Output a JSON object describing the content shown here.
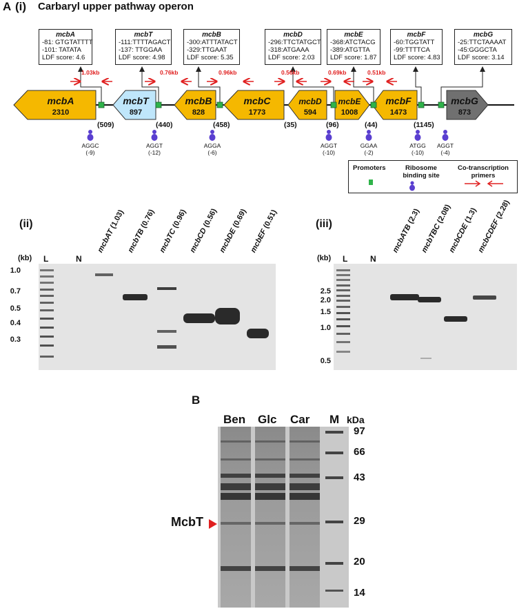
{
  "panel_a": {
    "letter": "A",
    "sub_i": "(i)",
    "title": "Carbaryl upper pathway operon",
    "genes": [
      {
        "name": "mcbA",
        "length": "2310",
        "color": "#f5b800"
      },
      {
        "name": "mcbT",
        "length": "897",
        "color": "#bfe6fb"
      },
      {
        "name": "mcbB",
        "length": "828",
        "color": "#f5b800"
      },
      {
        "name": "mcbC",
        "length": "1773",
        "color": "#f5b800"
      },
      {
        "name": "mcbD",
        "length": "594",
        "color": "#f5b800"
      },
      {
        "name": "mcbE",
        "length": "1008",
        "color": "#f5b800"
      },
      {
        "name": "mcbF",
        "length": "1473",
        "color": "#f5b800"
      },
      {
        "name": "mcbG",
        "length": "873",
        "color": "#707070"
      }
    ],
    "promoter_boxes": [
      {
        "gene": "mcbA",
        "lines": [
          "-81: GTGTATTTT",
          "-101: TATATA",
          "LDF score: 4.6"
        ]
      },
      {
        "gene": "mcbT",
        "lines": [
          "-111:TTTTAGACT",
          "-137: TTGGAA",
          "LDF score: 4.98"
        ]
      },
      {
        "gene": "mcbB",
        "lines": [
          "-300:ATTTATACT",
          "-329:TTGAAT",
          "LDF score: 5.35"
        ]
      },
      {
        "gene": "mcbD",
        "lines": [
          "-296:TTCTATGCT",
          "-318:ATGAAA",
          "LDF score: 2.03"
        ]
      },
      {
        "gene": "mcbE",
        "lines": [
          "-368:ATCTACG",
          "-389:ATGTTA",
          "LDF score: 1.87"
        ]
      },
      {
        "gene": "mcbF",
        "lines": [
          "-60:TGGTATT",
          "-99:TTTTCA",
          "LDF score: 4.83"
        ]
      },
      {
        "gene": "mcbG",
        "lines": [
          "-25:TTCTAAAAT",
          "-45:GGGCTA",
          "LDF score: 3.14"
        ]
      }
    ],
    "cotranscripts": [
      "1.03kb",
      "0.76kb",
      "0.96kb",
      "0.56kb",
      "0.69kb",
      "0.51kb"
    ],
    "spacers": [
      "(509)",
      "(440)",
      "(458)",
      "(35)",
      "(96)",
      "(44)",
      "(1145)"
    ],
    "rbs": [
      {
        "seq": "AGGC",
        "pos": "(-9)"
      },
      {
        "seq": "AGGT",
        "pos": "(-12)"
      },
      {
        "seq": "AGGA",
        "pos": "(-6)"
      },
      {
        "seq": "AGGT",
        "pos": "(-10)"
      },
      {
        "seq": "GGAA",
        "pos": "(-2)"
      },
      {
        "seq": "ATGG",
        "pos": "(-10)"
      },
      {
        "seq": "AGGT",
        "pos": "(-4)"
      }
    ],
    "legend": {
      "promoters": "Promoters",
      "rbs_line1": "Ribosome",
      "rbs_line2": "binding site",
      "primers_line1": "Co-transcription",
      "primers_line2": "primers"
    },
    "colors": {
      "promoter": "#2fb34a",
      "rbs": "#5a3fd0",
      "primer": "#e02020"
    }
  },
  "gel_ii": {
    "label": "(ii)",
    "kb": "(kb)",
    "ladder_label": "L",
    "neg_label": "N",
    "lanes": [
      {
        "name": "mcbAT",
        "size": "(1.03)"
      },
      {
        "name": "mcbTB",
        "size": "(0.76)"
      },
      {
        "name": "mcbTC",
        "size": "(0.96)"
      },
      {
        "name": "mcbCD",
        "size": "(0.56)"
      },
      {
        "name": "mcbDE",
        "size": "(0.69)"
      },
      {
        "name": "mcbEF",
        "size": "(0.51)"
      }
    ],
    "ladder_values": [
      "1.0",
      "0.7",
      "0.5",
      "0.4",
      "0.3"
    ]
  },
  "gel_iii": {
    "label": "(iii)",
    "kb": "(kb)",
    "ladder_label": "L",
    "neg_label": "N",
    "lanes": [
      {
        "name": "mcbATB",
        "size": "(2.3)"
      },
      {
        "name": "mcbTBC",
        "size": "(2.08)"
      },
      {
        "name": "mcbCDE",
        "size": "(1.3)"
      },
      {
        "name": "mcbCDEF",
        "size": "(2.28)"
      }
    ],
    "ladder_values": [
      "2.5",
      "2.0",
      "1.5",
      "1.0",
      "0.5"
    ]
  },
  "panel_b": {
    "letter": "B",
    "lanes": [
      "Ben",
      "Glc",
      "Car",
      "M"
    ],
    "unit": "kDa",
    "markers": [
      "97",
      "66",
      "43",
      "29",
      "20",
      "14"
    ],
    "protein_label": "McbT",
    "arrow_color": "#e02020"
  }
}
